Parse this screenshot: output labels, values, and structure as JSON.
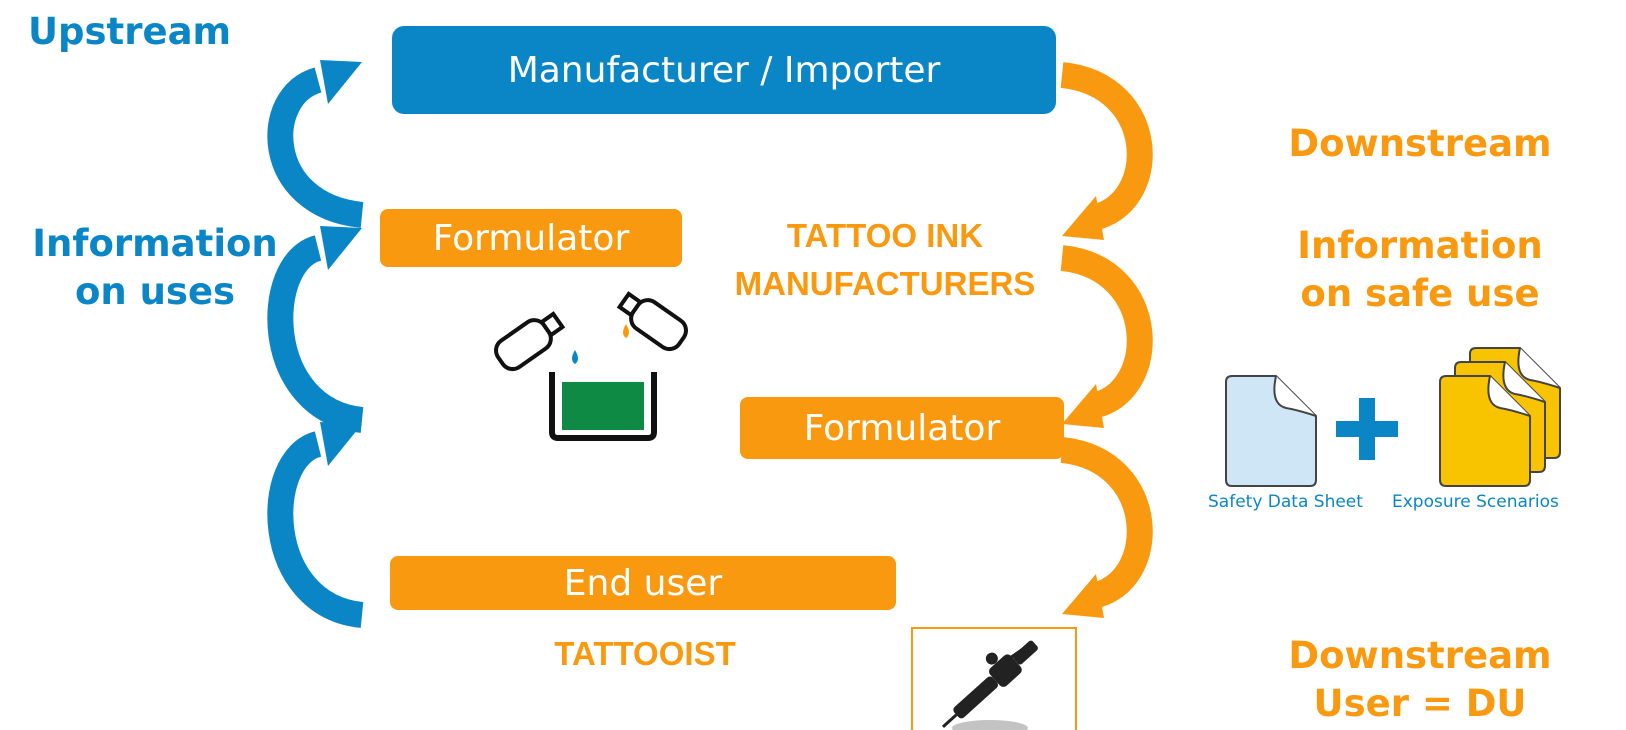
{
  "labels": {
    "upstream": "Upstream",
    "information_on_uses_line1": "Information",
    "information_on_uses_line2": "on uses",
    "downstream": "Downstream",
    "information_safe_use_line1": "Information",
    "information_safe_use_line2": "on safe use",
    "downstream_user_line1": "Downstream",
    "downstream_user_line2": "User = DU",
    "tattoo_ink_line1": "TATTOO INK",
    "tattoo_ink_line2": "MANUFACTURERS",
    "tattooist": "TATTOOIST"
  },
  "boxes": {
    "manufacturer": "Manufacturer / Importer",
    "formulator_1": "Formulator",
    "formulator_2": "Formulator",
    "end_user": "End user"
  },
  "captions": {
    "safety_data_sheet": "Safety Data Sheet",
    "exposure_scenarios": "Exposure Scenarios"
  },
  "colors": {
    "blue": "#0a86c6",
    "orange": "#f9990f",
    "ink_green": "#0e8a44",
    "sds_fill": "#cfe6f7",
    "es_fill": "#f8c400"
  },
  "icons": [
    "curved-up-arrow-icon",
    "curved-down-arrow-icon",
    "bottles-beaker-icon",
    "document-icon",
    "plus-icon",
    "stacked-documents-icon",
    "tattoo-machine-icon"
  ]
}
